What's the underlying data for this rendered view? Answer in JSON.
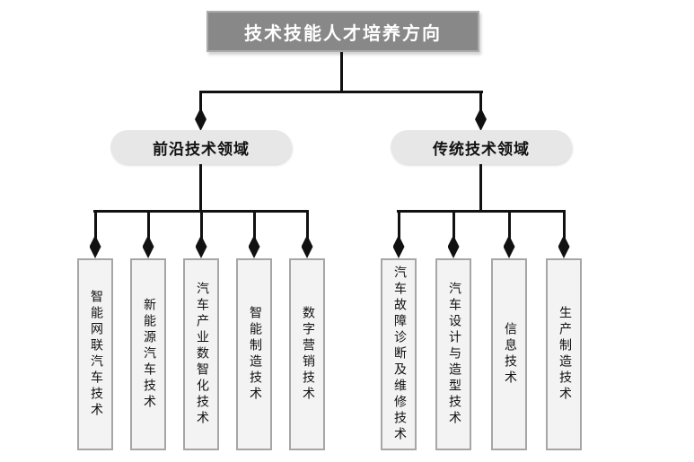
{
  "diagram": {
    "root": {
      "label": "技术技能人才培养方向"
    },
    "branches": [
      {
        "label": "前沿技术领域",
        "children": [
          "智能网联汽车技术",
          "新能源汽车技术",
          "汽车产业数智化技术",
          "智能制造技术",
          "数字营销技术"
        ]
      },
      {
        "label": "传统技术领域",
        "children": [
          "汽车故障诊断及维修技术",
          "汽车设计与造型技术",
          "信息技术",
          "生产制造技术"
        ]
      }
    ],
    "colors": {
      "root_fill": "#888888",
      "root_border": "#ababab",
      "root_text": "#ffffff",
      "branch_fill": "#e7e7e7",
      "node_text": "#111111",
      "leaf_fill": "#f3f3f3",
      "leaf_border": "#a6a6a6",
      "connector": "#111111"
    }
  }
}
